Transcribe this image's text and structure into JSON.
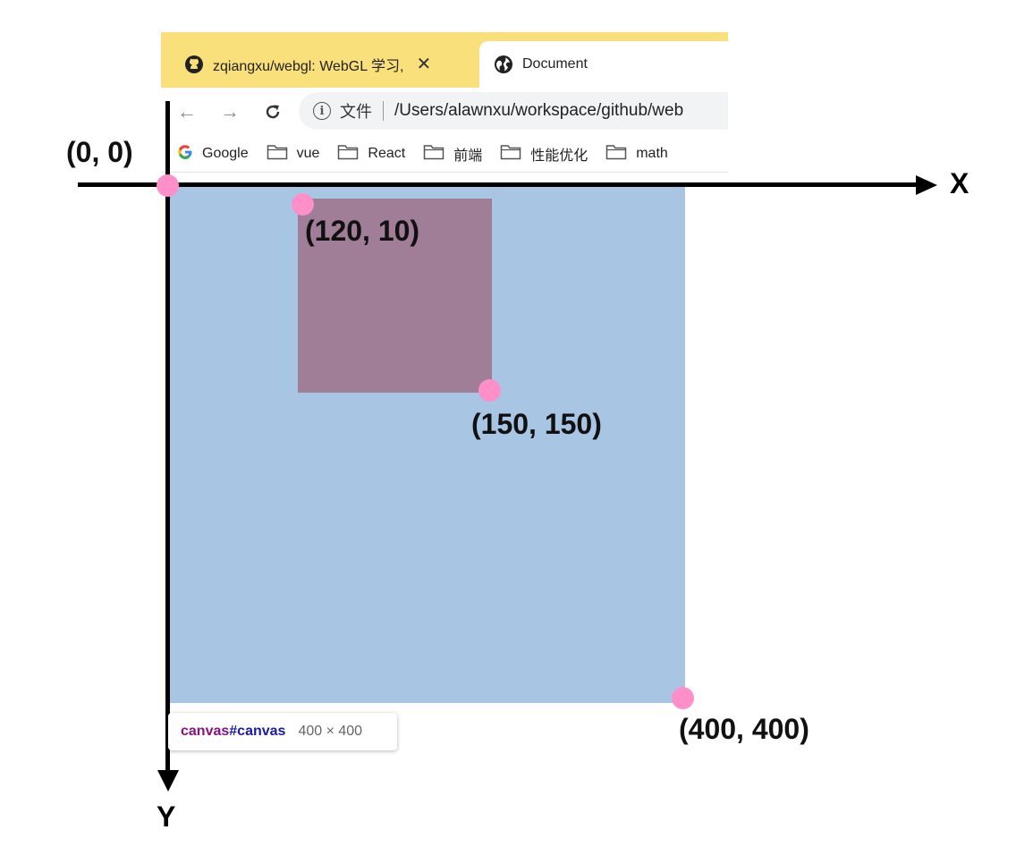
{
  "browser": {
    "tabs": [
      {
        "title": "zqiangxu/webgl: WebGL 学习,",
        "icon": "github-icon",
        "active": false,
        "close": "✕"
      },
      {
        "title": "Document",
        "icon": "globe-icon",
        "active": true
      }
    ],
    "nav": {
      "back": "←",
      "forward": "→",
      "reload": "C"
    },
    "omnibox": {
      "info": "i",
      "file_label": "文件",
      "url": "/Users/alawnxu/workspace/github/web"
    },
    "bookmarks": [
      {
        "label": "Google",
        "icon": "google-icon"
      },
      {
        "label": "vue",
        "icon": "folder-icon"
      },
      {
        "label": "React",
        "icon": "folder-icon"
      },
      {
        "label": "前端",
        "icon": "folder-icon"
      },
      {
        "label": "性能优化",
        "icon": "folder-icon"
      },
      {
        "label": "math",
        "icon": "folder-icon"
      }
    ]
  },
  "axes": {
    "x_label": "X",
    "y_label": "Y"
  },
  "points": {
    "origin": "(0, 0)",
    "rect_top_left": "(120, 10)",
    "rect_bottom_right": "(150, 150)",
    "canvas_bottom_right": "(400, 400)"
  },
  "tooltip": {
    "tag": "canvas",
    "id": "#canvas",
    "size": "400 × 400"
  },
  "colors": {
    "tab_strip": "#f9e07a",
    "canvas": "#a8c5e4",
    "square": "#a07e97",
    "point": "#ff8fc8"
  }
}
